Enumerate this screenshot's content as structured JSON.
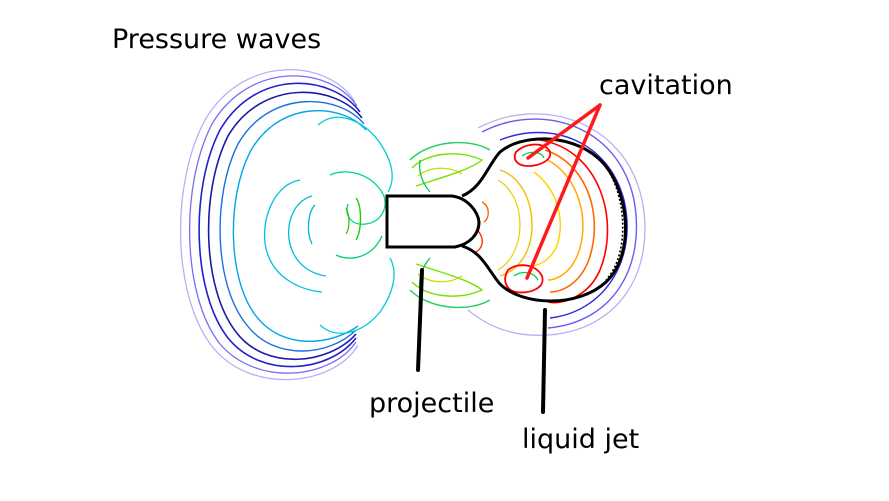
{
  "labels": {
    "pressure_waves": "Pressure waves",
    "cavitation": "cavitation",
    "projectile": "projectile",
    "liquid_jet": "liquid jet"
  },
  "colors": {
    "arrow_red": "#ff1a1a",
    "arrow_black": "#000000",
    "contour_scale": [
      "#9a8cf5",
      "#1010c8",
      "#00c8e6",
      "#00e066",
      "#9ae600",
      "#ffcc00",
      "#ff6a00",
      "#ff1a00"
    ]
  }
}
